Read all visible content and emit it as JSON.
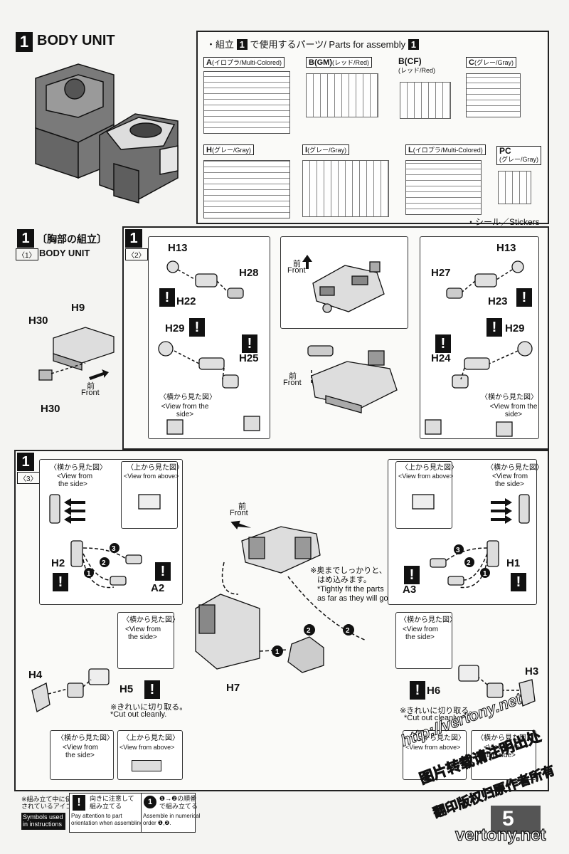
{
  "header": {
    "step_number": "1",
    "title": "BODY UNIT"
  },
  "parts_panel": {
    "heading_num": "1",
    "heading_text": "・組立 ",
    "heading_text2": " で使用するパーツ/ Parts for assembly ",
    "runners": [
      {
        "code": "A",
        "label": "(イロプラ/Multi-Colored)"
      },
      {
        "code": "B(GM)",
        "label": "(レッド/Red)"
      },
      {
        "code": "B(CF)",
        "label": "(レッド/Red)"
      },
      {
        "code": "C",
        "label": "(グレー/Gray)"
      },
      {
        "code": "H",
        "label": "(グレー/Gray)"
      },
      {
        "code": "I",
        "label": "(グレー/Gray)"
      },
      {
        "code": "L",
        "label": "(イロプラ/Multi-Colored)"
      },
      {
        "code": "PC",
        "label": "(グレー/Gray)"
      }
    ],
    "stickers": "・シール／Stickers"
  },
  "step1_1": {
    "num": "1",
    "title_jp": "〔胸部の組立〕",
    "substep": "〈1〉",
    "subtitle": "BODY UNIT",
    "parts": [
      "H30",
      "H9",
      "H30"
    ],
    "front_jp": "前",
    "front_en": "Front"
  },
  "step1_2": {
    "num": "1",
    "substep": "〈2〉",
    "left_parts": [
      "H13",
      "H28",
      "H22",
      "H29",
      "H25"
    ],
    "right_parts": [
      "H13",
      "H27",
      "H23",
      "H29",
      "H24"
    ],
    "front_jp": "前",
    "front_en": "Front",
    "view_side_jp": "〈横から見た図〉",
    "view_side_en": "<View from the side>"
  },
  "step1_3": {
    "num": "1",
    "substep": "〈3〉",
    "view_side_jp": "〈横から見た図〉",
    "view_side_en1": "<View from",
    "view_side_en2": "the side>",
    "view_above_jp": "〈上から見た図〉",
    "view_above_en": "<View from above>",
    "left_parts": [
      "H2",
      "A2",
      "H4",
      "H5"
    ],
    "right_parts": [
      "H1",
      "A3",
      "H3",
      "H6",
      "H7"
    ],
    "note_jp1": "※奥までしっかりと、",
    "note_jp2": "はめ込みます。",
    "note_en1": "*Tightly fit the parts",
    "note_en2": "as far as they will go.",
    "cut_jp": "※きれいに切り取る。",
    "cut_en": "*Cut out cleanly.",
    "front_jp": "前",
    "front_en": "Front"
  },
  "legend": {
    "icons_jp1": "※組み立て中に使用",
    "icons_jp2": "されているアイコン",
    "icons_en1": "Symbols used",
    "icons_en2": "in instructions",
    "warn_jp1": "向きに注意して",
    "warn_jp2": "組み立てる",
    "warn_en1": "Pay attention to part",
    "warn_en2": "orientation when assembling.",
    "order_jp1": "❶→❷の順番",
    "order_jp2": "で組み立てる",
    "order_en1": "Assemble in numerical",
    "order_en2": "order ❶,❷."
  },
  "watermark": {
    "url": "http://vertony.net",
    "line2": "图片转载请注明出处",
    "line3": "翻印版权归原作者所有",
    "brand": "vertony.net"
  },
  "page_number": "5"
}
